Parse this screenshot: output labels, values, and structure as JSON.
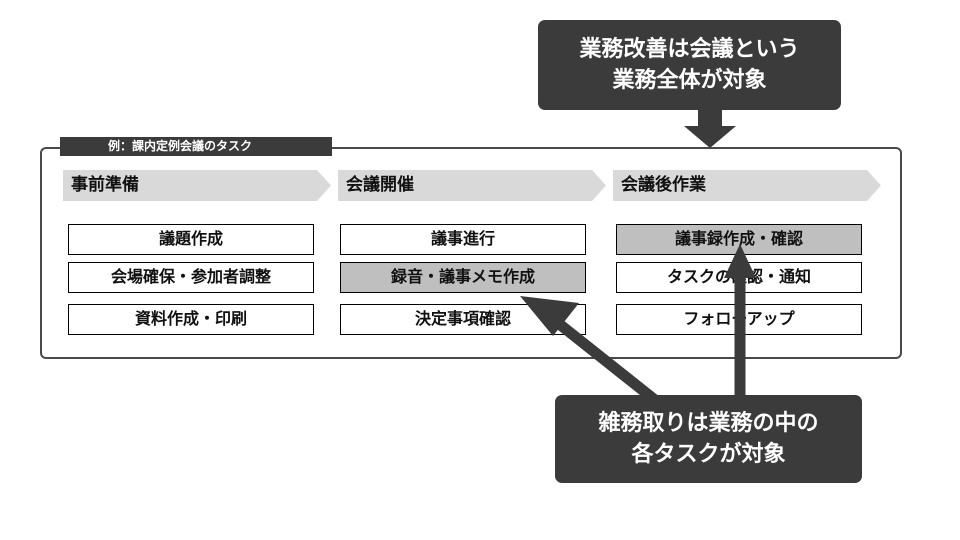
{
  "top_callout": {
    "line1": "業務改善は会議という",
    "line2": "業務全体が対象"
  },
  "example_tag": "例：課内定例会議のタスク",
  "phases": [
    {
      "title": "事前準備",
      "tasks": [
        {
          "label": "議題作成",
          "shaded": false
        },
        {
          "label": "会場確保・参加者調整",
          "shaded": false
        },
        {
          "label": "資料作成・印刷",
          "shaded": false
        }
      ]
    },
    {
      "title": "会議開催",
      "tasks": [
        {
          "label": "議事進行",
          "shaded": false
        },
        {
          "label": "録音・議事メモ作成",
          "shaded": true
        },
        {
          "label": "決定事項確認",
          "shaded": false
        }
      ]
    },
    {
      "title": "会議後作業",
      "tasks": [
        {
          "label": "議事録作成・確認",
          "shaded": true
        },
        {
          "label": "タスクの確認・通知",
          "shaded": false
        },
        {
          "label": "フォローアップ",
          "shaded": false
        }
      ]
    }
  ],
  "bottom_callout": {
    "line1": "雑務取りは業務の中の",
    "line2": "各タスクが対象"
  },
  "colors": {
    "dark": "#3b3b3b",
    "phase_bg": "#d9d9d9",
    "shaded_task": "#bfbfbf"
  }
}
